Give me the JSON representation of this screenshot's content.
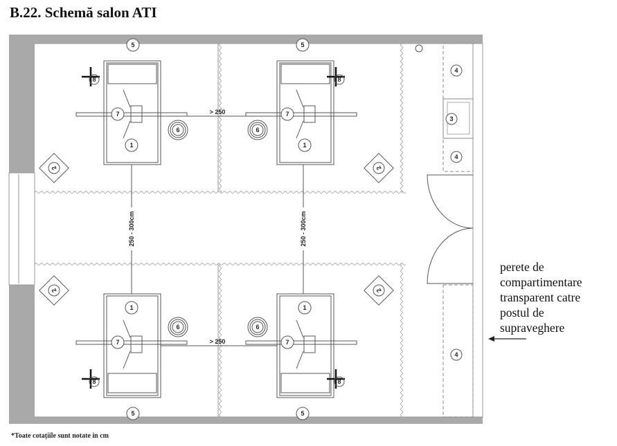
{
  "title": "B.22. Schemă salon ATI",
  "footnote": "*Toate cotațiile sunt notate in cm",
  "annotation": [
    "perete de",
    "compartimentare",
    "transparent catre",
    "postul de",
    "supraveghere"
  ],
  "dimensions": {
    "horizontal": "> 250",
    "vertical": "250 - 300cm"
  },
  "markers": {
    "bed": "1",
    "chair": "2",
    "sink": "3",
    "cabinet": "4",
    "window": "5",
    "bin": "6",
    "pendant": "7",
    "stand": "8"
  },
  "colors": {
    "wall": "#a9a9a9",
    "line": "#555555"
  }
}
